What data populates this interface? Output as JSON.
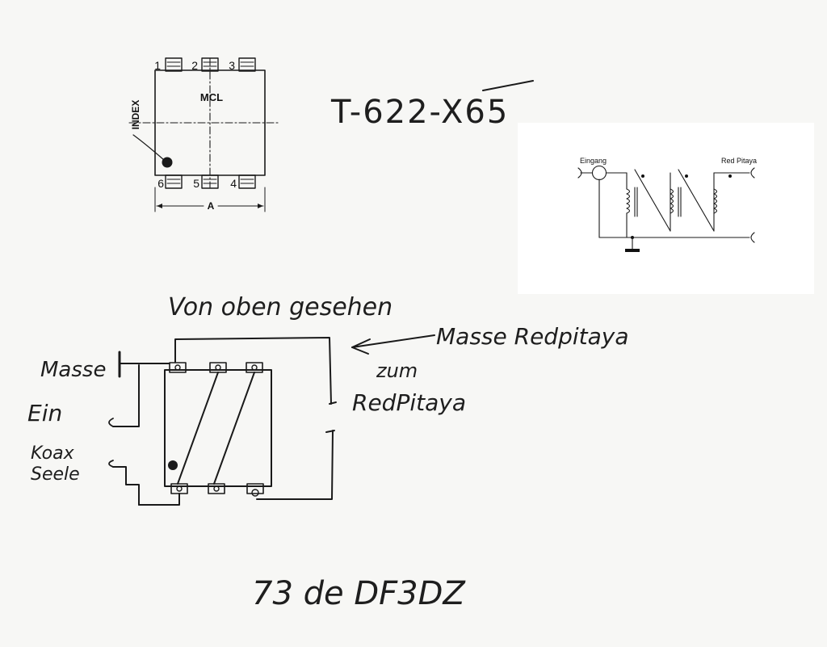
{
  "package_drawing": {
    "pins_top": [
      "1",
      "2",
      "3"
    ],
    "pins_bottom": [
      "6",
      "5",
      "4"
    ],
    "body_label": "MCL",
    "index_label": "INDEX",
    "dimension_label": "A"
  },
  "part_number": "T-622-X65",
  "schematic": {
    "input_label": "Eingang",
    "output_label": "Red Pitaya"
  },
  "wiring_sketch": {
    "title": "Von oben gesehen",
    "masse_label": "Masse",
    "ein_label": "Ein",
    "koax_label_line1": "Koax",
    "koax_label_line2": "Seele",
    "masse_redpitaya_label": "Masse Redpitaya",
    "zum_label": "zum",
    "redpitaya_label": "RedPitaya"
  },
  "signature": "73 de DF3DZ",
  "colors": {
    "ink": "#1a1a1a",
    "paper": "#f7f7f5",
    "panel": "#ffffff"
  }
}
